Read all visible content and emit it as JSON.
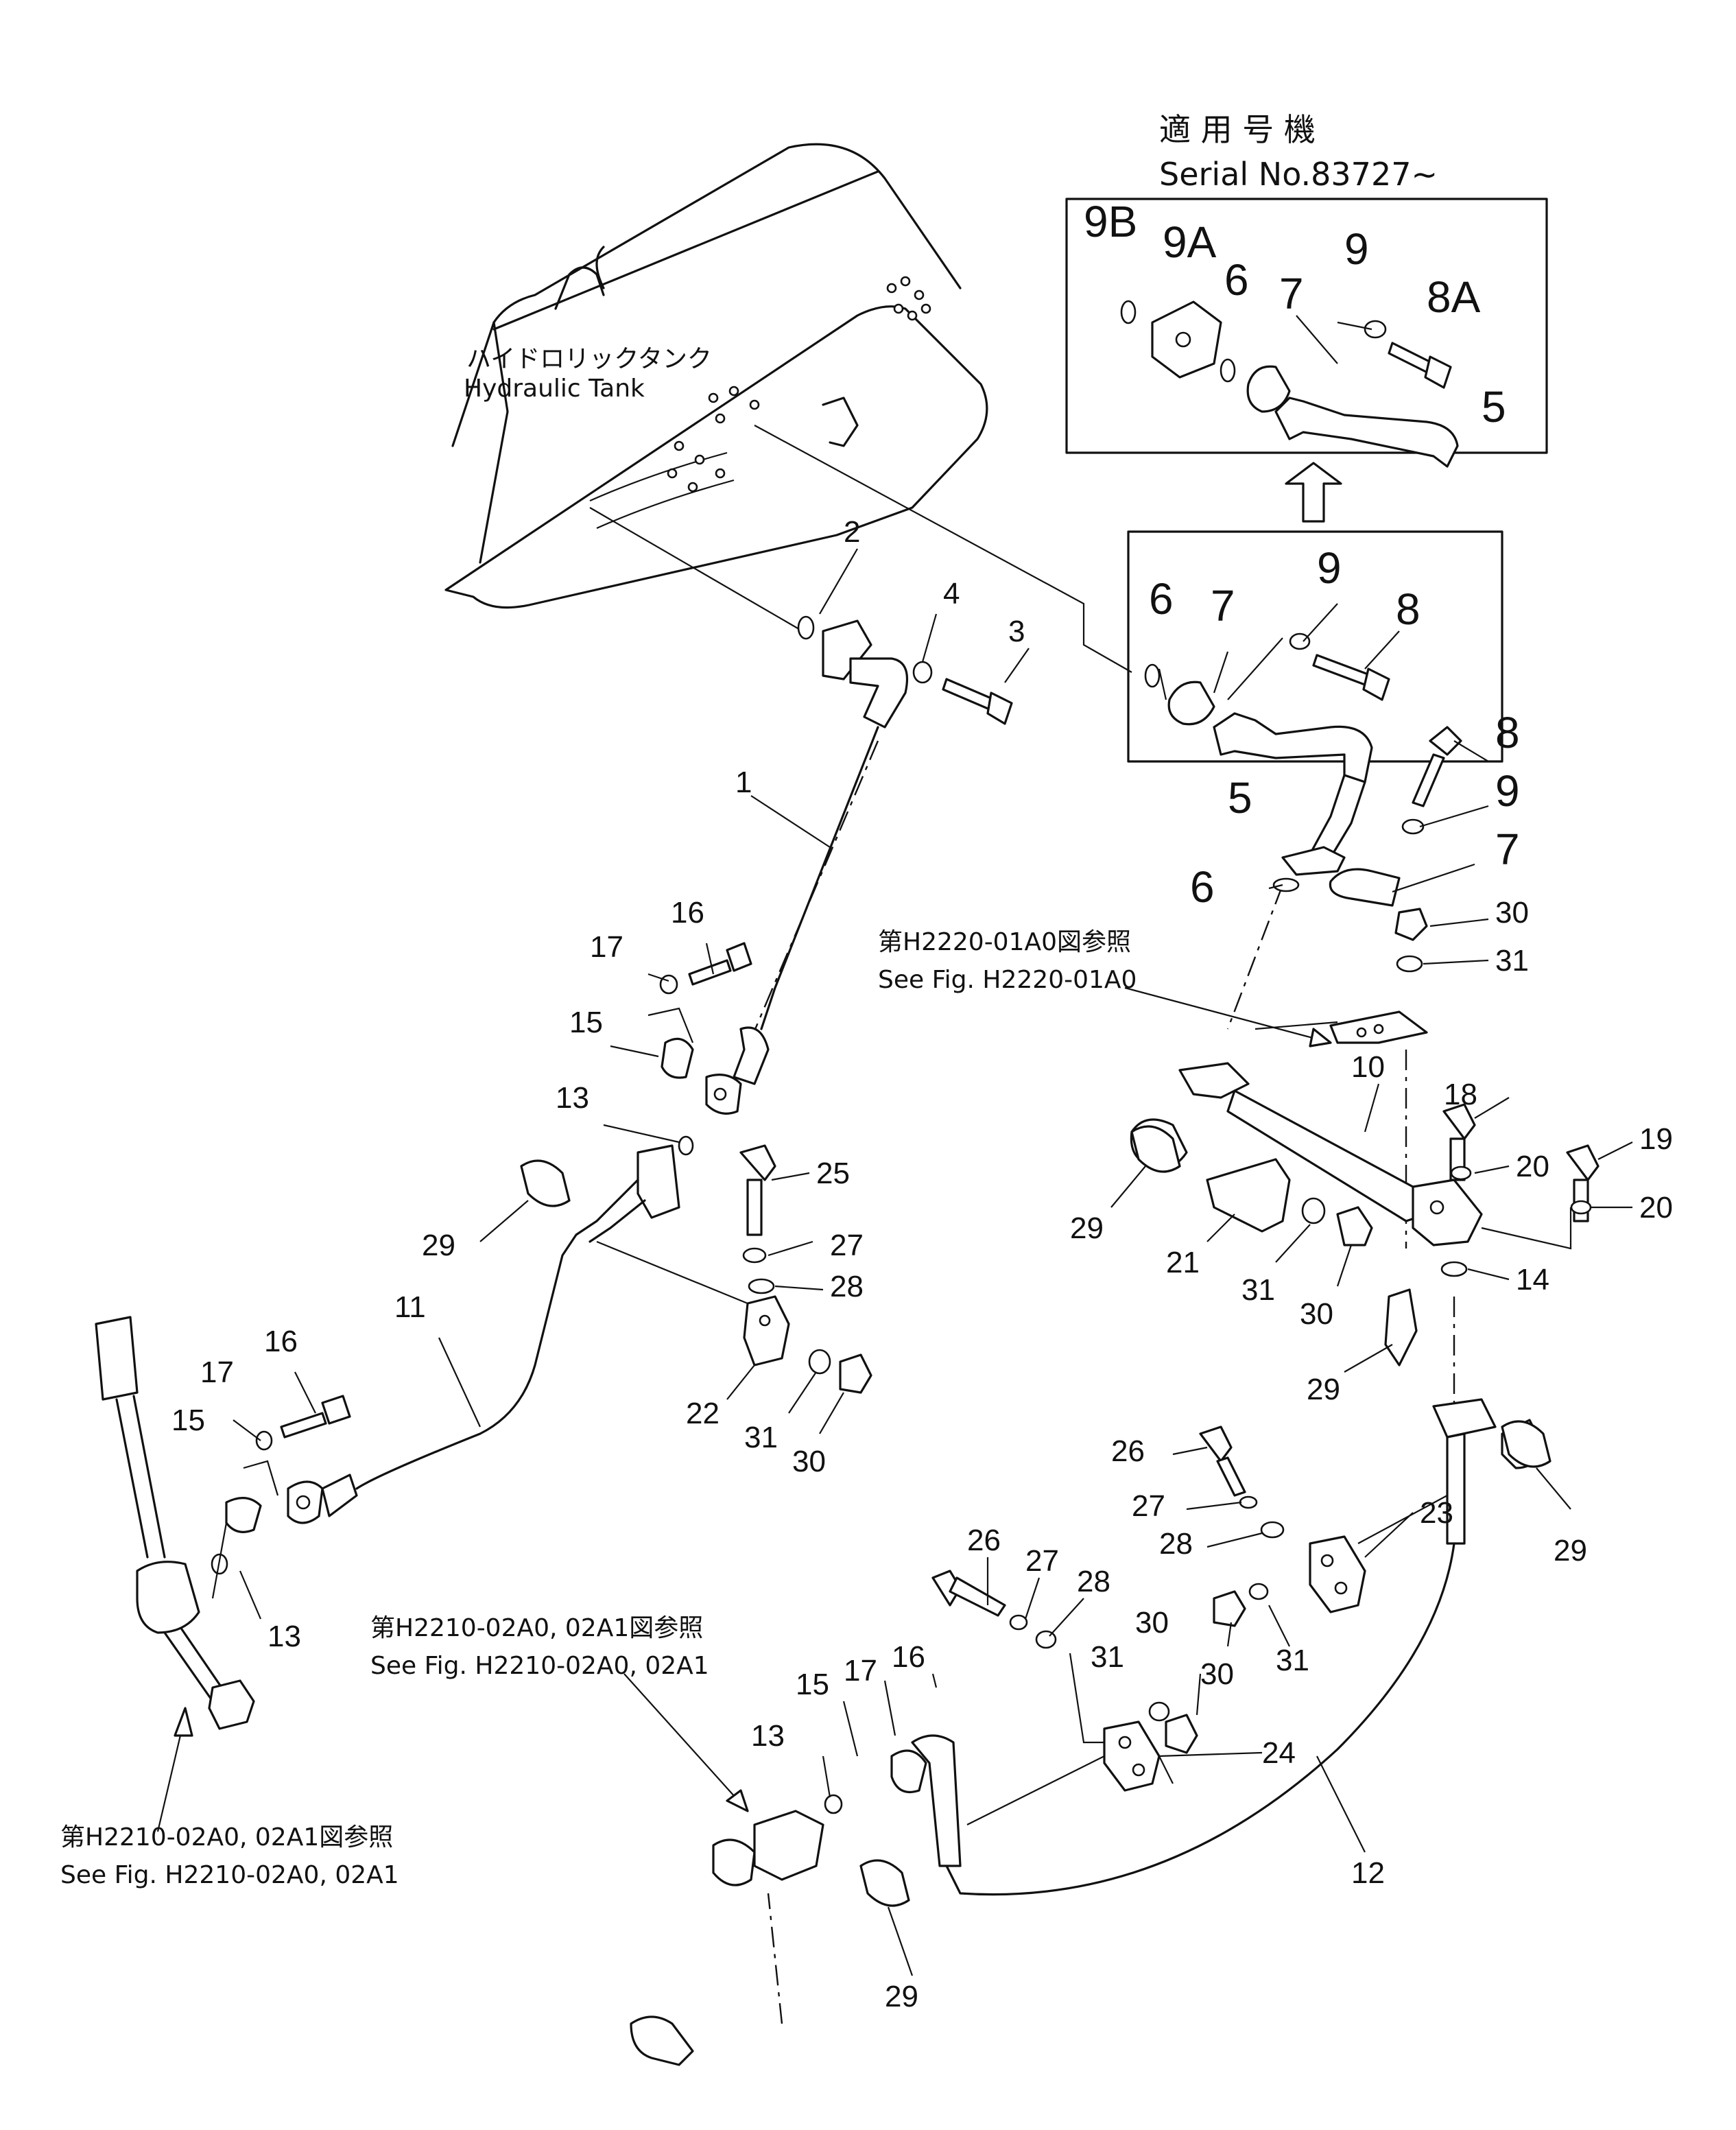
{
  "serial_note": {
    "jp": "適 用 号 機",
    "en": "Serial  No.83727~"
  },
  "tank_label": {
    "jp": "ハイドロリックタンク",
    "en": "Hydraulic  Tank"
  },
  "references": {
    "h2220": {
      "jp": "第H2220-01A0図参照",
      "en": "See Fig. H2220-01A0"
    },
    "h2210_center": {
      "jp": "第H2210-02A0, 02A1図参照",
      "en": "See Fig. H2210-02A0, 02A1"
    },
    "h2210_left": {
      "jp": "第H2210-02A0, 02A1図参照",
      "en": "See Fig. H2210-02A0, 02A1"
    }
  },
  "part_numbers": {
    "p1": "1",
    "p2": "2",
    "p3": "3",
    "p4": "4",
    "p5": "5",
    "p6": "6",
    "p7": "7",
    "p8": "8",
    "p8a": "8A",
    "p9": "9",
    "p9a": "9A",
    "p9b": "9B",
    "p10": "10",
    "p11": "11",
    "p12": "12",
    "p13": "13",
    "p14": "14",
    "p15": "15",
    "p16": "16",
    "p17": "17",
    "p18": "18",
    "p19": "19",
    "p20": "20",
    "p21": "21",
    "p22": "22",
    "p23": "23",
    "p24": "24",
    "p25": "25",
    "p26": "26",
    "p27": "27",
    "p28": "28",
    "p29": "29",
    "p30": "30",
    "p31": "31"
  }
}
